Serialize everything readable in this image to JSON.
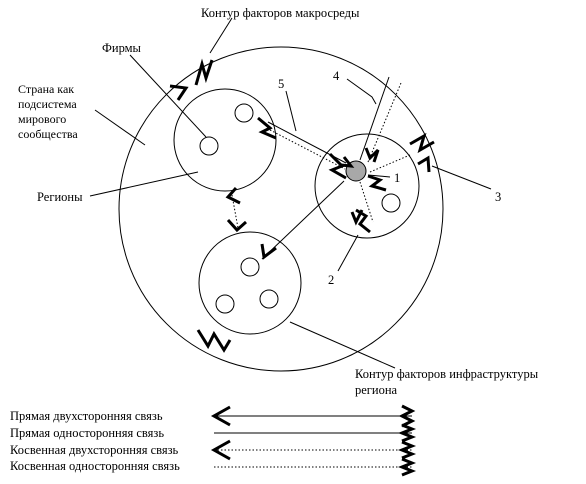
{
  "labels": {
    "macro_contour": "Контур факторов макросреды",
    "firms": "Фирмы",
    "country_l1": "Страна как",
    "country_l2": "подсистема",
    "country_l3": "мирового",
    "country_l4": "сообщества",
    "regions": "Регионы",
    "infra_l1": "Контур  факторов  инфраструктуры",
    "infra_l2": "региона",
    "num_1": "1",
    "num_2": "2",
    "num_3": "3",
    "num_4": "4",
    "num_5": "5"
  },
  "legend": [
    {
      "label": "Прямая двухсторонняя связь",
      "line": "solid",
      "arrows": "both"
    },
    {
      "label": "Прямая односторонняя связь",
      "line": "solid",
      "arrows": "right"
    },
    {
      "label": "Косвенная двухсторонняя связь",
      "line": "dotted",
      "arrows": "both"
    },
    {
      "label": "Косвенная односторонняя связь",
      "line": "dotted",
      "arrows": "right"
    }
  ]
}
